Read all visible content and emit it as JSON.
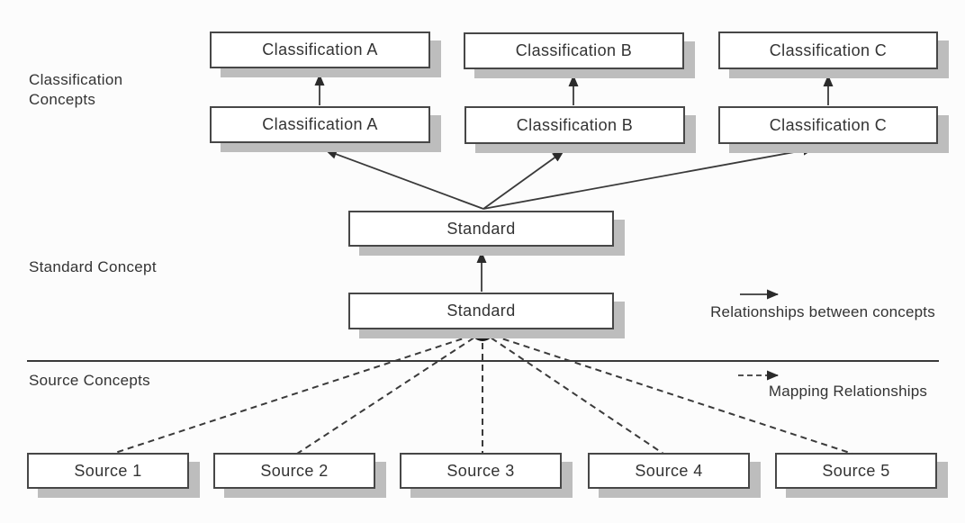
{
  "diagram": {
    "title_hint": "Concept mapping between source, standard and classification concepts",
    "side_labels": {
      "classification": "Classification\nConcepts",
      "standard": "Standard Concept",
      "source": "Source Concepts"
    },
    "nodes": {
      "classification_top": [
        "Classification A",
        "Classification B",
        "Classification C"
      ],
      "classification_mid": [
        "Classification A",
        "Classification B",
        "Classification C"
      ],
      "standard_top": "Standard",
      "standard_bottom": "Standard",
      "sources": [
        "Source 1",
        "Source 2",
        "Source 3",
        "Source 4",
        "Source 5"
      ]
    },
    "legend": {
      "solid_arrow_label": "Relationships between concepts",
      "dashed_arrow_label": "Mapping Relationships"
    },
    "colors": {
      "background": "#fcfcfc",
      "box_border": "#474747",
      "box_shadow": "#bdbdbd",
      "text": "#333333",
      "line": "#3a3a3a"
    }
  }
}
